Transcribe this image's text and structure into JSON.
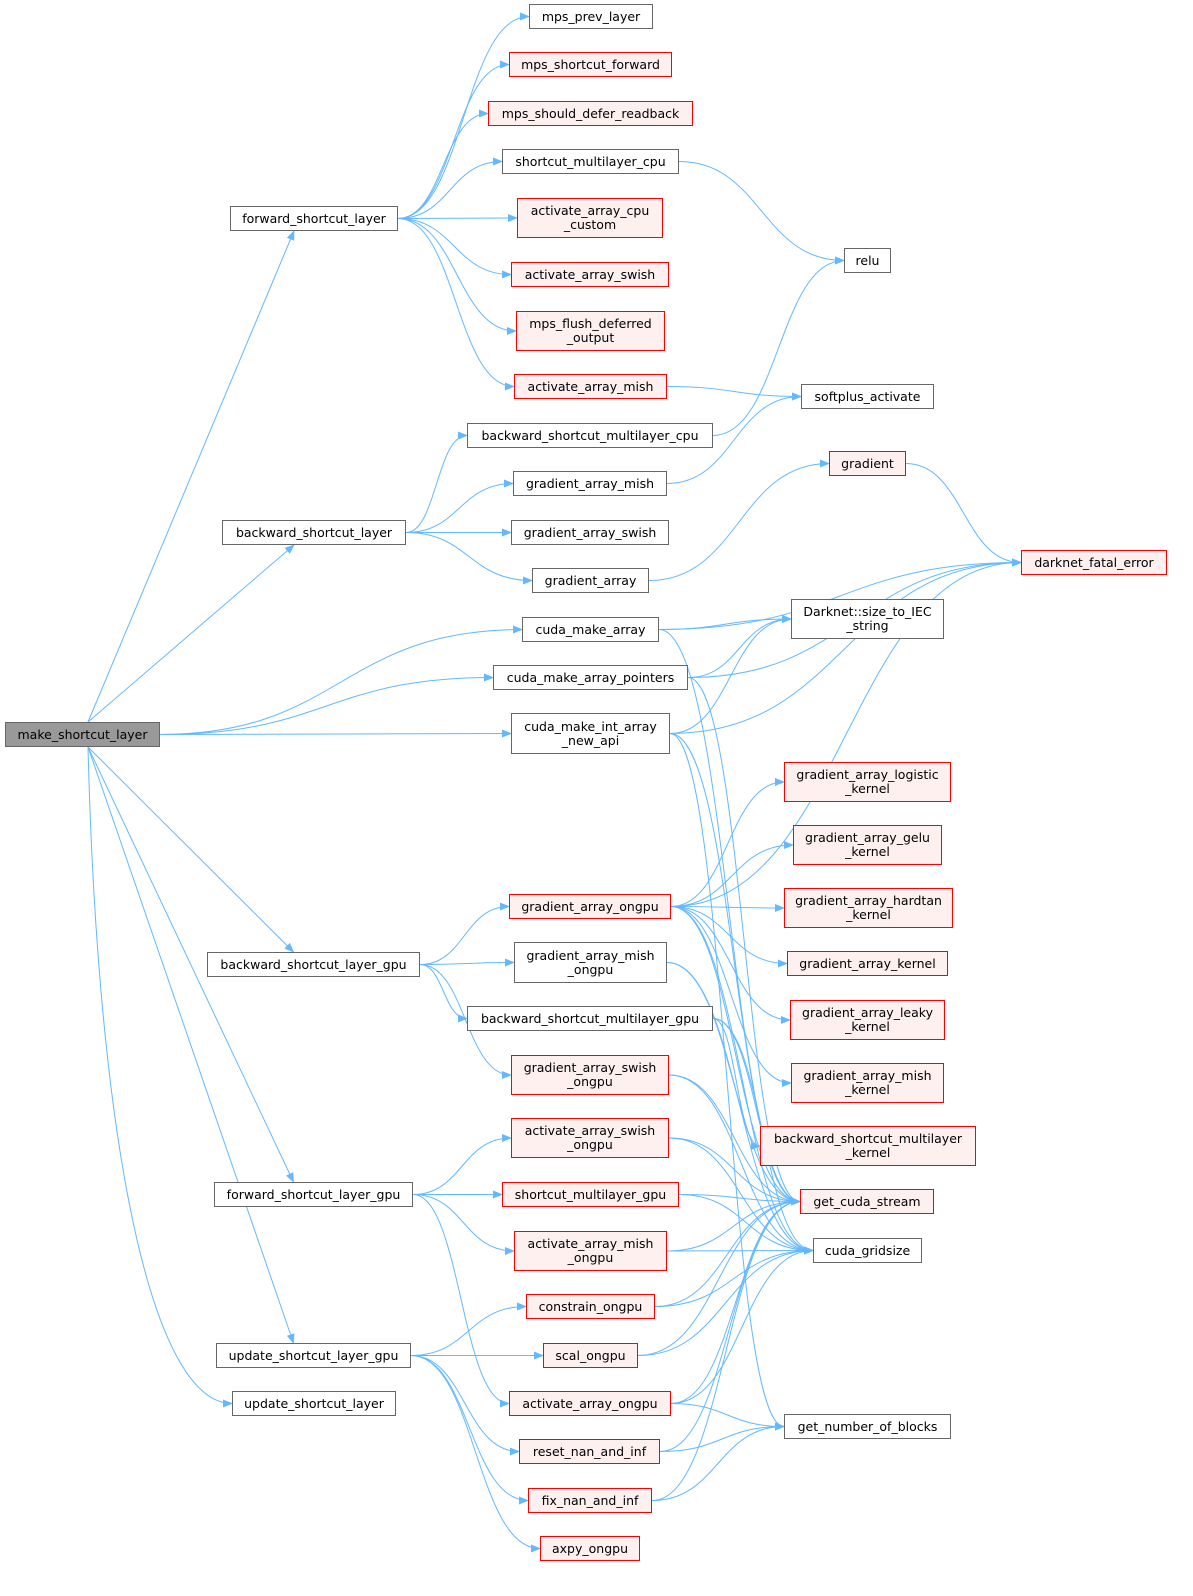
{
  "title": "make_shortcut_layer call graph",
  "colors": {
    "edge": "#63b8ff",
    "red_border": "#ff0000",
    "red_fill": "#fff0f0",
    "root_fill": "#999999",
    "normal_border": "#666666"
  },
  "nodes": [
    {
      "id": "make_shortcut_layer",
      "label": "make_shortcut_layer",
      "style": "root"
    },
    {
      "id": "forward_shortcut_layer",
      "label": "forward_shortcut_layer",
      "style": "normal"
    },
    {
      "id": "backward_shortcut_layer",
      "label": "backward_shortcut_layer",
      "style": "normal"
    },
    {
      "id": "backward_shortcut_layer_gpu",
      "label": "backward_shortcut_layer_gpu",
      "style": "normal"
    },
    {
      "id": "forward_shortcut_layer_gpu",
      "label": "forward_shortcut_layer_gpu",
      "style": "normal"
    },
    {
      "id": "update_shortcut_layer_gpu",
      "label": "update_shortcut_layer_gpu",
      "style": "normal"
    },
    {
      "id": "update_shortcut_layer",
      "label": "update_shortcut_layer",
      "style": "normal"
    },
    {
      "id": "mps_prev_layer",
      "label": "mps_prev_layer",
      "style": "normal"
    },
    {
      "id": "mps_shortcut_forward",
      "label": "mps_shortcut_forward",
      "style": "red"
    },
    {
      "id": "mps_should_defer_readback",
      "label": "mps_should_defer_readback",
      "style": "red"
    },
    {
      "id": "shortcut_multilayer_cpu",
      "label": "shortcut_multilayer_cpu",
      "style": "normal"
    },
    {
      "id": "activate_array_cpu_custom",
      "label": "activate_array_cpu\n_custom",
      "style": "red"
    },
    {
      "id": "activate_array_swish",
      "label": "activate_array_swish",
      "style": "red"
    },
    {
      "id": "mps_flush_deferred_output",
      "label": "mps_flush_deferred\n_output",
      "style": "red"
    },
    {
      "id": "activate_array_mish",
      "label": "activate_array_mish",
      "style": "red"
    },
    {
      "id": "backward_shortcut_multilayer_cpu",
      "label": "backward_shortcut_multilayer_cpu",
      "style": "normal"
    },
    {
      "id": "gradient_array_mish",
      "label": "gradient_array_mish",
      "style": "normal"
    },
    {
      "id": "gradient_array_swish",
      "label": "gradient_array_swish",
      "style": "normal"
    },
    {
      "id": "gradient_array",
      "label": "gradient_array",
      "style": "normal"
    },
    {
      "id": "cuda_make_array",
      "label": "cuda_make_array",
      "style": "normal"
    },
    {
      "id": "cuda_make_array_pointers",
      "label": "cuda_make_array_pointers",
      "style": "normal"
    },
    {
      "id": "cuda_make_int_array_new_api",
      "label": "cuda_make_int_array\n_new_api",
      "style": "normal"
    },
    {
      "id": "gradient_array_ongpu",
      "label": "gradient_array_ongpu",
      "style": "red"
    },
    {
      "id": "gradient_array_mish_ongpu",
      "label": "gradient_array_mish\n_ongpu",
      "style": "normal"
    },
    {
      "id": "backward_shortcut_multilayer_gpu",
      "label": "backward_shortcut_multilayer_gpu",
      "style": "normal"
    },
    {
      "id": "gradient_array_swish_ongpu",
      "label": "gradient_array_swish\n_ongpu",
      "style": "red"
    },
    {
      "id": "activate_array_swish_ongpu",
      "label": "activate_array_swish\n_ongpu",
      "style": "red"
    },
    {
      "id": "shortcut_multilayer_gpu",
      "label": "shortcut_multilayer_gpu",
      "style": "red"
    },
    {
      "id": "activate_array_mish_ongpu",
      "label": "activate_array_mish\n_ongpu",
      "style": "red"
    },
    {
      "id": "constrain_ongpu",
      "label": "constrain_ongpu",
      "style": "red"
    },
    {
      "id": "scal_ongpu",
      "label": "scal_ongpu",
      "style": "red"
    },
    {
      "id": "activate_array_ongpu",
      "label": "activate_array_ongpu",
      "style": "red"
    },
    {
      "id": "reset_nan_and_inf",
      "label": "reset_nan_and_inf",
      "style": "red"
    },
    {
      "id": "fix_nan_and_inf",
      "label": "fix_nan_and_inf",
      "style": "red"
    },
    {
      "id": "axpy_ongpu",
      "label": "axpy_ongpu",
      "style": "red"
    },
    {
      "id": "relu",
      "label": "relu",
      "style": "normal"
    },
    {
      "id": "softplus_activate",
      "label": "softplus_activate",
      "style": "normal"
    },
    {
      "id": "gradient",
      "label": "gradient",
      "style": "red"
    },
    {
      "id": "darknet_fatal_error",
      "label": "darknet_fatal_error",
      "style": "red"
    },
    {
      "id": "size_to_IEC_string",
      "label": "Darknet::size_to_IEC\n_string",
      "style": "normal"
    },
    {
      "id": "gradient_array_logistic_kernel",
      "label": "gradient_array_logistic\n_kernel",
      "style": "red"
    },
    {
      "id": "gradient_array_gelu_kernel",
      "label": "gradient_array_gelu\n_kernel",
      "style": "red"
    },
    {
      "id": "gradient_array_hardtan_kernel",
      "label": "gradient_array_hardtan\n_kernel",
      "style": "red"
    },
    {
      "id": "gradient_array_kernel",
      "label": "gradient_array_kernel",
      "style": "red"
    },
    {
      "id": "gradient_array_leaky_kernel",
      "label": "gradient_array_leaky\n_kernel",
      "style": "red"
    },
    {
      "id": "gradient_array_mish_kernel",
      "label": "gradient_array_mish\n_kernel",
      "style": "red"
    },
    {
      "id": "backward_shortcut_multilayer_kernel",
      "label": "backward_shortcut_multilayer\n_kernel",
      "style": "red"
    },
    {
      "id": "get_cuda_stream",
      "label": "get_cuda_stream",
      "style": "red"
    },
    {
      "id": "cuda_gridsize",
      "label": "cuda_gridsize",
      "style": "normal"
    },
    {
      "id": "get_number_of_blocks",
      "label": "get_number_of_blocks",
      "style": "normal"
    }
  ],
  "edges": [
    [
      "make_shortcut_layer",
      "forward_shortcut_layer"
    ],
    [
      "make_shortcut_layer",
      "backward_shortcut_layer"
    ],
    [
      "make_shortcut_layer",
      "cuda_make_array"
    ],
    [
      "make_shortcut_layer",
      "cuda_make_array_pointers"
    ],
    [
      "make_shortcut_layer",
      "cuda_make_int_array_new_api"
    ],
    [
      "make_shortcut_layer",
      "backward_shortcut_layer_gpu"
    ],
    [
      "make_shortcut_layer",
      "forward_shortcut_layer_gpu"
    ],
    [
      "make_shortcut_layer",
      "update_shortcut_layer_gpu"
    ],
    [
      "make_shortcut_layer",
      "update_shortcut_layer"
    ],
    [
      "forward_shortcut_layer",
      "mps_prev_layer"
    ],
    [
      "forward_shortcut_layer",
      "mps_shortcut_forward"
    ],
    [
      "forward_shortcut_layer",
      "mps_should_defer_readback"
    ],
    [
      "forward_shortcut_layer",
      "shortcut_multilayer_cpu"
    ],
    [
      "forward_shortcut_layer",
      "activate_array_cpu_custom"
    ],
    [
      "forward_shortcut_layer",
      "activate_array_swish"
    ],
    [
      "forward_shortcut_layer",
      "mps_flush_deferred_output"
    ],
    [
      "forward_shortcut_layer",
      "activate_array_mish"
    ],
    [
      "shortcut_multilayer_cpu",
      "relu"
    ],
    [
      "activate_array_mish",
      "softplus_activate"
    ],
    [
      "backward_shortcut_multilayer_cpu",
      "relu"
    ],
    [
      "backward_shortcut_layer",
      "backward_shortcut_multilayer_cpu"
    ],
    [
      "backward_shortcut_layer",
      "gradient_array_mish"
    ],
    [
      "backward_shortcut_layer",
      "gradient_array_swish"
    ],
    [
      "backward_shortcut_layer",
      "gradient_array"
    ],
    [
      "gradient_array_mish",
      "softplus_activate"
    ],
    [
      "gradient_array",
      "gradient"
    ],
    [
      "gradient",
      "darknet_fatal_error"
    ],
    [
      "cuda_make_array",
      "darknet_fatal_error"
    ],
    [
      "cuda_make_array",
      "size_to_IEC_string"
    ],
    [
      "cuda_make_array",
      "get_cuda_stream"
    ],
    [
      "cuda_make_array_pointers",
      "darknet_fatal_error"
    ],
    [
      "cuda_make_array_pointers",
      "size_to_IEC_string"
    ],
    [
      "cuda_make_array_pointers",
      "get_cuda_stream"
    ],
    [
      "cuda_make_int_array_new_api",
      "darknet_fatal_error"
    ],
    [
      "cuda_make_int_array_new_api",
      "size_to_IEC_string"
    ],
    [
      "cuda_make_int_array_new_api",
      "get_cuda_stream"
    ],
    [
      "backward_shortcut_layer_gpu",
      "gradient_array_ongpu"
    ],
    [
      "backward_shortcut_layer_gpu",
      "gradient_array_mish_ongpu"
    ],
    [
      "backward_shortcut_layer_gpu",
      "backward_shortcut_multilayer_gpu"
    ],
    [
      "backward_shortcut_layer_gpu",
      "gradient_array_swish_ongpu"
    ],
    [
      "gradient_array_ongpu",
      "darknet_fatal_error"
    ],
    [
      "gradient_array_ongpu",
      "gradient_array_logistic_kernel"
    ],
    [
      "gradient_array_ongpu",
      "gradient_array_gelu_kernel"
    ],
    [
      "gradient_array_ongpu",
      "gradient_array_hardtan_kernel"
    ],
    [
      "gradient_array_ongpu",
      "gradient_array_kernel"
    ],
    [
      "gradient_array_ongpu",
      "gradient_array_leaky_kernel"
    ],
    [
      "gradient_array_ongpu",
      "gradient_array_mish_kernel"
    ],
    [
      "gradient_array_ongpu",
      "get_cuda_stream"
    ],
    [
      "gradient_array_ongpu",
      "cuda_gridsize"
    ],
    [
      "gradient_array_mish_ongpu",
      "get_cuda_stream"
    ],
    [
      "gradient_array_mish_ongpu",
      "cuda_gridsize"
    ],
    [
      "backward_shortcut_multilayer_gpu",
      "backward_shortcut_multilayer_kernel"
    ],
    [
      "backward_shortcut_multilayer_gpu",
      "get_cuda_stream"
    ],
    [
      "backward_shortcut_multilayer_gpu",
      "cuda_gridsize"
    ],
    [
      "gradient_array_swish_ongpu",
      "get_cuda_stream"
    ],
    [
      "gradient_array_swish_ongpu",
      "cuda_gridsize"
    ],
    [
      "forward_shortcut_layer_gpu",
      "activate_array_swish_ongpu"
    ],
    [
      "forward_shortcut_layer_gpu",
      "shortcut_multilayer_gpu"
    ],
    [
      "forward_shortcut_layer_gpu",
      "activate_array_mish_ongpu"
    ],
    [
      "forward_shortcut_layer_gpu",
      "activate_array_ongpu"
    ],
    [
      "activate_array_swish_ongpu",
      "get_cuda_stream"
    ],
    [
      "activate_array_swish_ongpu",
      "cuda_gridsize"
    ],
    [
      "shortcut_multilayer_gpu",
      "get_cuda_stream"
    ],
    [
      "shortcut_multilayer_gpu",
      "cuda_gridsize"
    ],
    [
      "activate_array_mish_ongpu",
      "get_cuda_stream"
    ],
    [
      "activate_array_mish_ongpu",
      "cuda_gridsize"
    ],
    [
      "update_shortcut_layer_gpu",
      "constrain_ongpu"
    ],
    [
      "update_shortcut_layer_gpu",
      "scal_ongpu"
    ],
    [
      "update_shortcut_layer_gpu",
      "reset_nan_and_inf"
    ],
    [
      "update_shortcut_layer_gpu",
      "fix_nan_and_inf"
    ],
    [
      "update_shortcut_layer_gpu",
      "axpy_ongpu"
    ],
    [
      "constrain_ongpu",
      "get_cuda_stream"
    ],
    [
      "constrain_ongpu",
      "cuda_gridsize"
    ],
    [
      "scal_ongpu",
      "get_cuda_stream"
    ],
    [
      "scal_ongpu",
      "cuda_gridsize"
    ],
    [
      "activate_array_ongpu",
      "get_cuda_stream"
    ],
    [
      "activate_array_ongpu",
      "cuda_gridsize"
    ],
    [
      "activate_array_ongpu",
      "get_number_of_blocks"
    ],
    [
      "reset_nan_and_inf",
      "get_cuda_stream"
    ],
    [
      "reset_nan_and_inf",
      "get_number_of_blocks"
    ],
    [
      "fix_nan_and_inf",
      "get_cuda_stream"
    ],
    [
      "fix_nan_and_inf",
      "get_number_of_blocks"
    ],
    [
      "cuda_make_int_array_new_api",
      "get_number_of_blocks"
    ]
  ]
}
